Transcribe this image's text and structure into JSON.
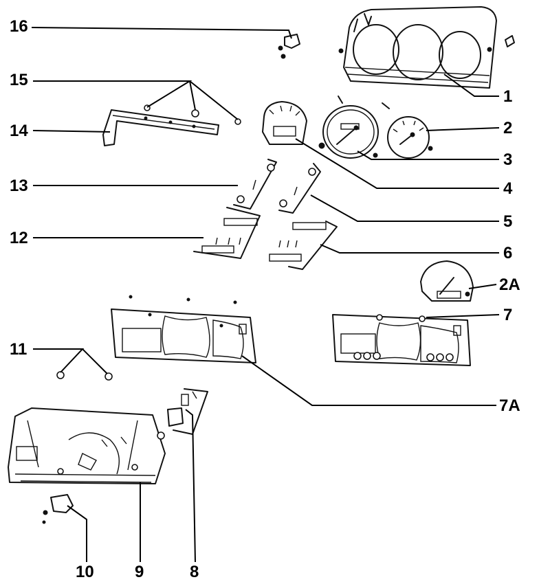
{
  "callouts": {
    "c1": "1",
    "c2": "2",
    "c2a": "2A",
    "c3": "3",
    "c4": "4",
    "c5": "5",
    "c6": "6",
    "c7": "7",
    "c7a": "7A",
    "c8": "8",
    "c9": "9",
    "c10": "10",
    "c11": "11",
    "c12": "12",
    "c13": "13",
    "c14": "14",
    "c15": "15",
    "c16": "16"
  },
  "colors": {
    "line": "#000000",
    "background": "#ffffff"
  }
}
